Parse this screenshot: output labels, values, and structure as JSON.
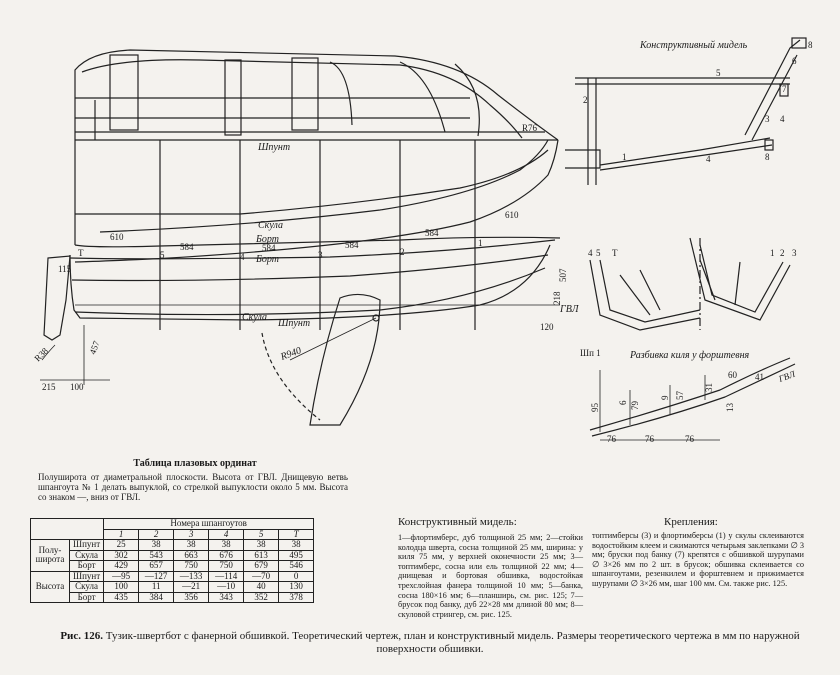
{
  "drawing": {
    "mid_section_title": "Конструктивный мидель",
    "keel_layout_title": "Разбивка киля у форштевня",
    "labels": {
      "shpunt": "Шпунт",
      "skula": "Скула",
      "bort": "Борт",
      "gvl": "ГВЛ",
      "r76": "R76",
      "r940": "R940",
      "r38": "R38",
      "shp1": "Шп 1",
      "sta_T": "Т",
      "sta_5": "5",
      "sta_4": "4",
      "sta_3": "3",
      "sta_2": "2",
      "sta_1": "1"
    },
    "dims": {
      "d610a": "610",
      "d610b": "610",
      "d584a": "584",
      "d584b": "584",
      "d584c": "584",
      "d584d": "584",
      "d115": "115",
      "d507": "507",
      "d218": "218",
      "d120": "120",
      "d457": "457",
      "d215": "215",
      "d100": "100",
      "k95": "95",
      "k6": "6",
      "k79": "79",
      "k9": "9",
      "k57": "57",
      "k31": "31",
      "k13": "13",
      "k60": "60",
      "k41": "41",
      "k76a": "76",
      "k76b": "76",
      "k76c": "76",
      "m5": "5",
      "m7": "7",
      "m3": "3",
      "m4": "4",
      "m1": "1",
      "m8": "8",
      "m6": "6",
      "m2": "2"
    }
  },
  "table": {
    "title": "Таблица плазовых ординат",
    "note": "Полуширота от диаметральной плоскости. Высота от ГВЛ. Днищевую ветвь шпангоута № 1 делать выпуклой, со стрелкой выпуклости около 5 мм. Высота со знаком —, вниз от ГВЛ.",
    "header": "Номера шпангоутов",
    "stations": [
      "1",
      "2",
      "3",
      "4",
      "5",
      "Т"
    ],
    "groups": [
      {
        "name": "Полу-широта",
        "rows": [
          {
            "label": "Шпунт",
            "values": [
              "25",
              "38",
              "38",
              "38",
              "38",
              "38"
            ]
          },
          {
            "label": "Скула",
            "values": [
              "302",
              "543",
              "663",
              "676",
              "613",
              "495"
            ]
          },
          {
            "label": "Борт",
            "values": [
              "429",
              "657",
              "750",
              "750",
              "679",
              "546"
            ]
          }
        ]
      },
      {
        "name": "Высота",
        "rows": [
          {
            "label": "Шпунт",
            "values": [
              "—95",
              "—127",
              "—133",
              "—114",
              "—70",
              "0"
            ]
          },
          {
            "label": "Скула",
            "values": [
              "100",
              "11",
              "—21",
              "—10",
              "40",
              "130"
            ]
          },
          {
            "label": "Борт",
            "values": [
              "435",
              "384",
              "356",
              "343",
              "352",
              "378"
            ]
          }
        ]
      }
    ]
  },
  "legend": {
    "title": "Конструктивный мидель:",
    "text": "1—флортимберс, дуб толщиной 25 мм; 2—стойки колодца шверта, сосна толщиной 25 мм, ширина: у киля 75 мм, у верхней оконечности 25 мм; 3—топтимберс, сосна или ель толщиной 22 мм; 4—днищевая и бортовая обшивка, водостойкая трехслойная фанера толщиной 10 мм; 5—банка, сосна 180×16 мм; 6—планширь, см. рис. 125; 7—брусок под банку, дуб 22×28 мм длиной 80 мм; 8—скуловой стрингер, см. рис. 125."
  },
  "fastening": {
    "title": "Крепления:",
    "text": "топтимберсы (3) и флортимберсы (1) у скулы склеиваются водостойким клеем и сжимаются четырьмя заклепками ∅ 3 мм; бруски под банку (7) крепятся с обшивкой шурупами ∅ 3×26 мм по 2 шт. в брусок; обшивка склеивается со шпангоутами, резенкилем и форштевнем и прижимается шурупами ∅ 3×26 мм, шаг 100 мм. См. также рис. 125."
  },
  "caption": {
    "fig": "Рис. 126.",
    "text": "Тузик-швертбот с фанерной обшивкой. Теоретический чертеж, план и конструктивный мидель. Размеры теоретического чертежа в мм по наружной поверхности обшивки."
  }
}
